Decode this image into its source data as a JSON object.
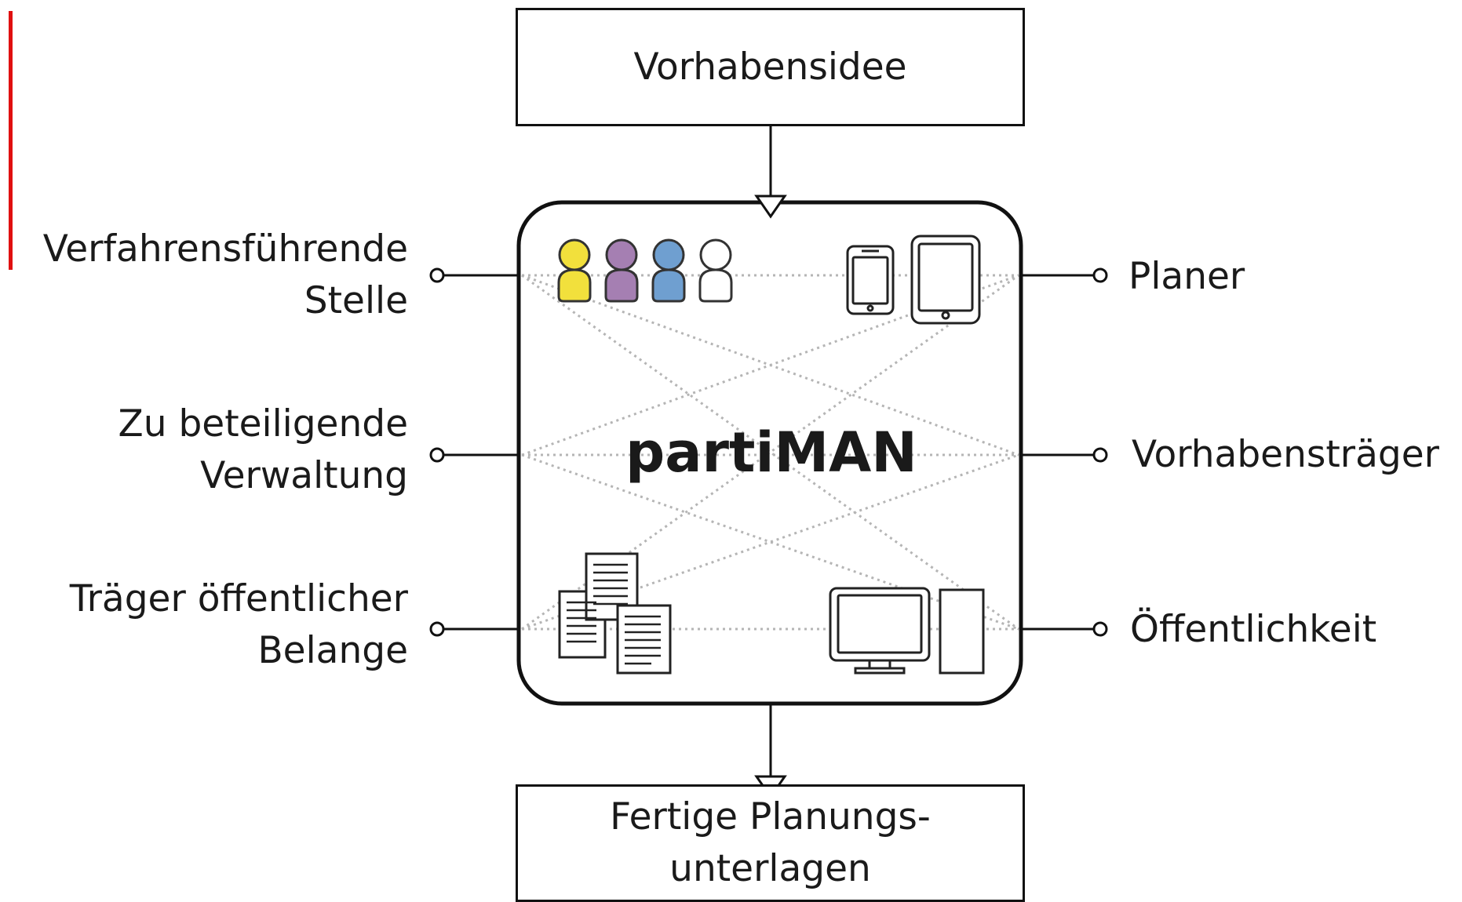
{
  "diagram": {
    "top_box": "Vorhabensidee",
    "bottom_box": "Fertige Planungs-\nunterlagen",
    "center_title": "partiMAN",
    "left_labels": [
      "Verfahrensführende\nStelle",
      "Zu beteiligende\nVerwaltung",
      "Träger öffentlicher\nBelange"
    ],
    "right_labels": [
      "Planer",
      "Vorhabensträger",
      "Öffentlichkeit"
    ]
  },
  "colors": {
    "accent": "#e01010",
    "person_yellow": "#f2e03c",
    "person_purple": "#a57fb2",
    "person_blue": "#6f9fd0",
    "person_white": "#ffffff"
  },
  "icons": [
    "person-icon",
    "smartphone-icon",
    "tablet-icon",
    "documents-icon",
    "desktop-computer-icon"
  ]
}
